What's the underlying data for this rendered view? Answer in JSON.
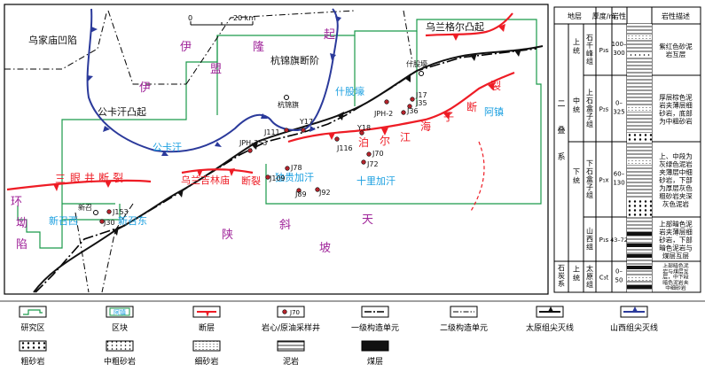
{
  "map": {
    "scale": {
      "zero": "0",
      "value": "20 km"
    },
    "units": [
      {
        "text": "乌家庙凹陷",
        "kind": "black"
      },
      {
        "text": "乌兰格尔凸起",
        "kind": "black"
      },
      {
        "text": "杭锦旗断阶",
        "kind": "black"
      },
      {
        "text": "公卡汗凸起",
        "kind": "black"
      },
      {
        "text": "伊",
        "kind": "purple"
      },
      {
        "text": "盟",
        "kind": "purple"
      },
      {
        "text": "隆",
        "kind": "purple"
      },
      {
        "text": "起",
        "kind": "purple"
      },
      {
        "text": "伊",
        "kind": "purple"
      },
      {
        "text": "陕",
        "kind": "purple"
      },
      {
        "text": "斜",
        "kind": "purple"
      },
      {
        "text": "坡",
        "kind": "purple"
      },
      {
        "text": "天",
        "kind": "purple"
      },
      {
        "text": "环",
        "kind": "purple"
      },
      {
        "text": "坳",
        "kind": "purple"
      },
      {
        "text": "陷",
        "kind": "purple"
      }
    ],
    "blocks": [
      "公卡汗",
      "什股壕",
      "独贵加汗",
      "十里加汗",
      "新召西",
      "新召东",
      "阿镇"
    ],
    "faults": [
      "三",
      "眼",
      "井",
      "断",
      "裂",
      "乌兰吉林庙",
      "断裂",
      "泊",
      "尔",
      "江",
      "海",
      "子",
      "断",
      "裂"
    ],
    "wells": [
      "J111",
      "Y17",
      "J17",
      "J35",
      "J36",
      "JPH-2",
      "Y18",
      "J116",
      "J70",
      "J72",
      "JPH-353",
      "J78",
      "J109",
      "J89",
      "J92",
      "J153",
      "J30"
    ],
    "towns": [
      "杭锦旗",
      "什股壕",
      "新召"
    ]
  },
  "column": {
    "headers": [
      "地层",
      "厚度/m",
      "岩性",
      "岩性描述"
    ],
    "system_permian": "二叠系",
    "system_carboniferous": "石炭系",
    "rows": [
      {
        "series": "上统",
        "formation": "石千峰组",
        "code": "P₃s",
        "thickness": "100–300",
        "desc": "紫红色砂泥岩互层"
      },
      {
        "series": "中统",
        "formation": "上石盒子组",
        "code": "P₂s",
        "thickness": "0–325",
        "desc": "厚层棕色泥岩夹薄层细砂岩，底部为中粗砂岩"
      },
      {
        "series": "下统",
        "formation": "下石盒子组",
        "code": "P₁x",
        "thickness": "60–130",
        "desc": "上、中段为灰绿色泥岩夹薄层中细砂岩，下部为厚层灰色粗砂岩夹深灰色泥岩"
      },
      {
        "series": "",
        "formation": "山西组",
        "code": "P₁s",
        "thickness": "43–72",
        "desc": "上部暗色泥岩夹薄层细砂岩，下部暗色泥岩与煤层互层"
      },
      {
        "series": "上统",
        "formation": "太原组",
        "code": "C₃t",
        "thickness": "0–50",
        "desc": "上部暗色泥岩与煤层互层，中下段暗色泥岩夹中细砂岩"
      }
    ]
  },
  "legend": [
    {
      "label": "研究区"
    },
    {
      "label": "区块",
      "sample": "阿镇"
    },
    {
      "label": "断层"
    },
    {
      "label": "岩心/原油采样井",
      "sample": "J70"
    },
    {
      "label": "一级构造单元"
    },
    {
      "label": "二级构造单元"
    },
    {
      "label": "太原组尖灭线"
    },
    {
      "label": "山西组尖灭线"
    },
    {
      "label": "粗砂岩"
    },
    {
      "label": "中粗砂岩"
    },
    {
      "label": "细砂岩"
    },
    {
      "label": "泥岩"
    },
    {
      "label": "煤层"
    }
  ],
  "colors": {
    "fault": "#ee1c25",
    "study_area": "#1a9a4a",
    "block_text": "#1a9fe0",
    "unit_purple": "#a0259a",
    "shanxi_pinchout": "#2b3a9b",
    "taiyuan_pinchout": "#111111"
  }
}
